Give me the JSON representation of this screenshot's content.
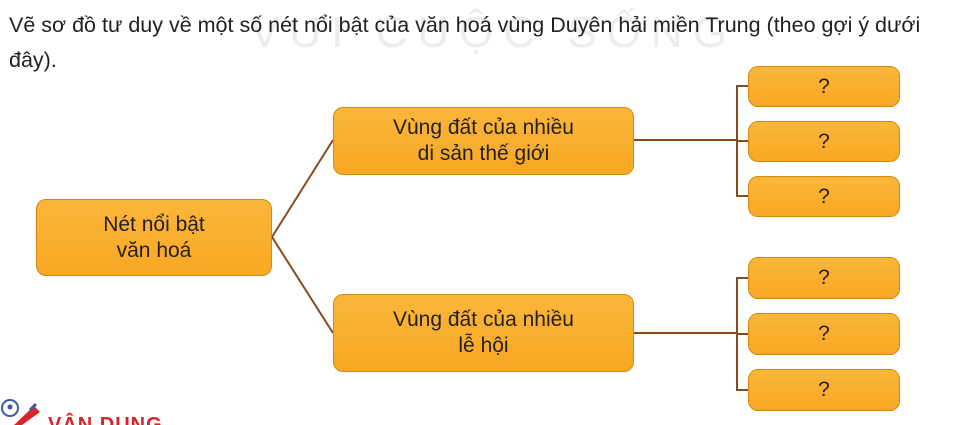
{
  "instruction": "Vẽ sơ đồ tư duy về một số nét nổi bật của văn hoá vùng Duyên hải miền Trung (theo gợi ý dưới đây).",
  "watermark": "VUI CUỘC SỐNG",
  "mindmap": {
    "root": "Nét nổi bật\nvăn hoá",
    "branches": [
      {
        "label": "Vùng đất của nhiều\ndi sản thế giới",
        "leaves": [
          "?",
          "?",
          "?"
        ]
      },
      {
        "label": "Vùng đất của nhiều\nlễ hội",
        "leaves": [
          "?",
          "?",
          "?"
        ]
      }
    ]
  },
  "section_label": "VẬN DỤNG",
  "colors": {
    "box_fill": "#f7a823",
    "box_border": "#d48a12",
    "connector": "#8a4b1c",
    "section_label": "#d7252b"
  }
}
